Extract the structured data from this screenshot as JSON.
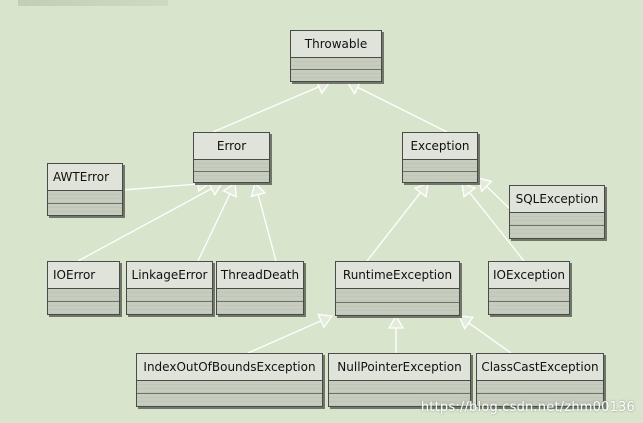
{
  "diagram": {
    "classes": [
      {
        "id": "throwable",
        "name": "Throwable"
      },
      {
        "id": "error",
        "name": "Error"
      },
      {
        "id": "exception",
        "name": "Exception"
      },
      {
        "id": "awterror",
        "name": "AWTError"
      },
      {
        "id": "sqlexception",
        "name": "SQLException"
      },
      {
        "id": "ioerror",
        "name": "IOError"
      },
      {
        "id": "linkageerror",
        "name": "LinkageError"
      },
      {
        "id": "threaddeath",
        "name": "ThreadDeath"
      },
      {
        "id": "runtimeexception",
        "name": "RuntimeException"
      },
      {
        "id": "ioexception",
        "name": "IOException"
      },
      {
        "id": "indexoutofbounds",
        "name": "IndexOutOfBoundsException"
      },
      {
        "id": "nullpointer",
        "name": "NullPointerException"
      },
      {
        "id": "classcast",
        "name": "ClassCastException"
      }
    ],
    "edges": [
      {
        "from": "error",
        "to": "throwable"
      },
      {
        "from": "exception",
        "to": "throwable"
      },
      {
        "from": "awterror",
        "to": "error"
      },
      {
        "from": "ioerror",
        "to": "error"
      },
      {
        "from": "linkageerror",
        "to": "error"
      },
      {
        "from": "threaddeath",
        "to": "error"
      },
      {
        "from": "runtimeexception",
        "to": "exception"
      },
      {
        "from": "ioexception",
        "to": "exception"
      },
      {
        "from": "sqlexception",
        "to": "exception"
      },
      {
        "from": "indexoutofbounds",
        "to": "runtimeexception"
      },
      {
        "from": "nullpointer",
        "to": "runtimeexception"
      },
      {
        "from": "classcast",
        "to": "runtimeexception"
      }
    ]
  },
  "watermark": "https://blog.csdn.net/zhm00136"
}
